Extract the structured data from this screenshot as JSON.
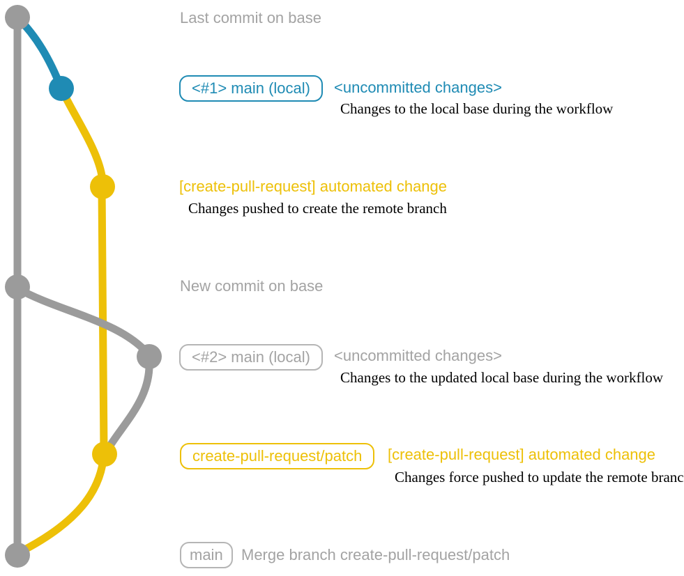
{
  "colors": {
    "gray_graph": "#9b9b9b",
    "gray_text": "#a3a3a3",
    "blue": "#1f8bb4",
    "yellow": "#edc008",
    "black": "#000000"
  },
  "graph": {
    "commit_dots": [
      {
        "name": "last-commit-on-base",
        "color": "gray"
      },
      {
        "name": "uncommitted-changes-1",
        "color": "blue"
      },
      {
        "name": "automated-change-1",
        "color": "yellow"
      },
      {
        "name": "new-commit-on-base",
        "color": "gray"
      },
      {
        "name": "uncommitted-changes-2",
        "color": "gray"
      },
      {
        "name": "automated-change-2",
        "color": "yellow"
      },
      {
        "name": "merge-commit",
        "color": "gray"
      }
    ]
  },
  "annotations": {
    "last_commit_label": "Last commit on base",
    "new_commit_label": "New commit on base"
  },
  "entries": {
    "commit1": {
      "badge": "<#1> main (local)",
      "title": "<uncommitted changes>",
      "desc": "Changes to the local base during the workflow"
    },
    "push1": {
      "title": "[create-pull-request] automated change",
      "desc": "Changes pushed to create the remote branch"
    },
    "commit2": {
      "badge": "<#2> main (local)",
      "title": "<uncommitted changes>",
      "desc": "Changes to the updated local base during the workflow"
    },
    "push2": {
      "badge": "create-pull-request/patch",
      "title": "[create-pull-request] automated change",
      "desc": "Changes force pushed to update the remote branch"
    },
    "merge": {
      "badge": "main",
      "title": "Merge branch create-pull-request/patch"
    }
  }
}
